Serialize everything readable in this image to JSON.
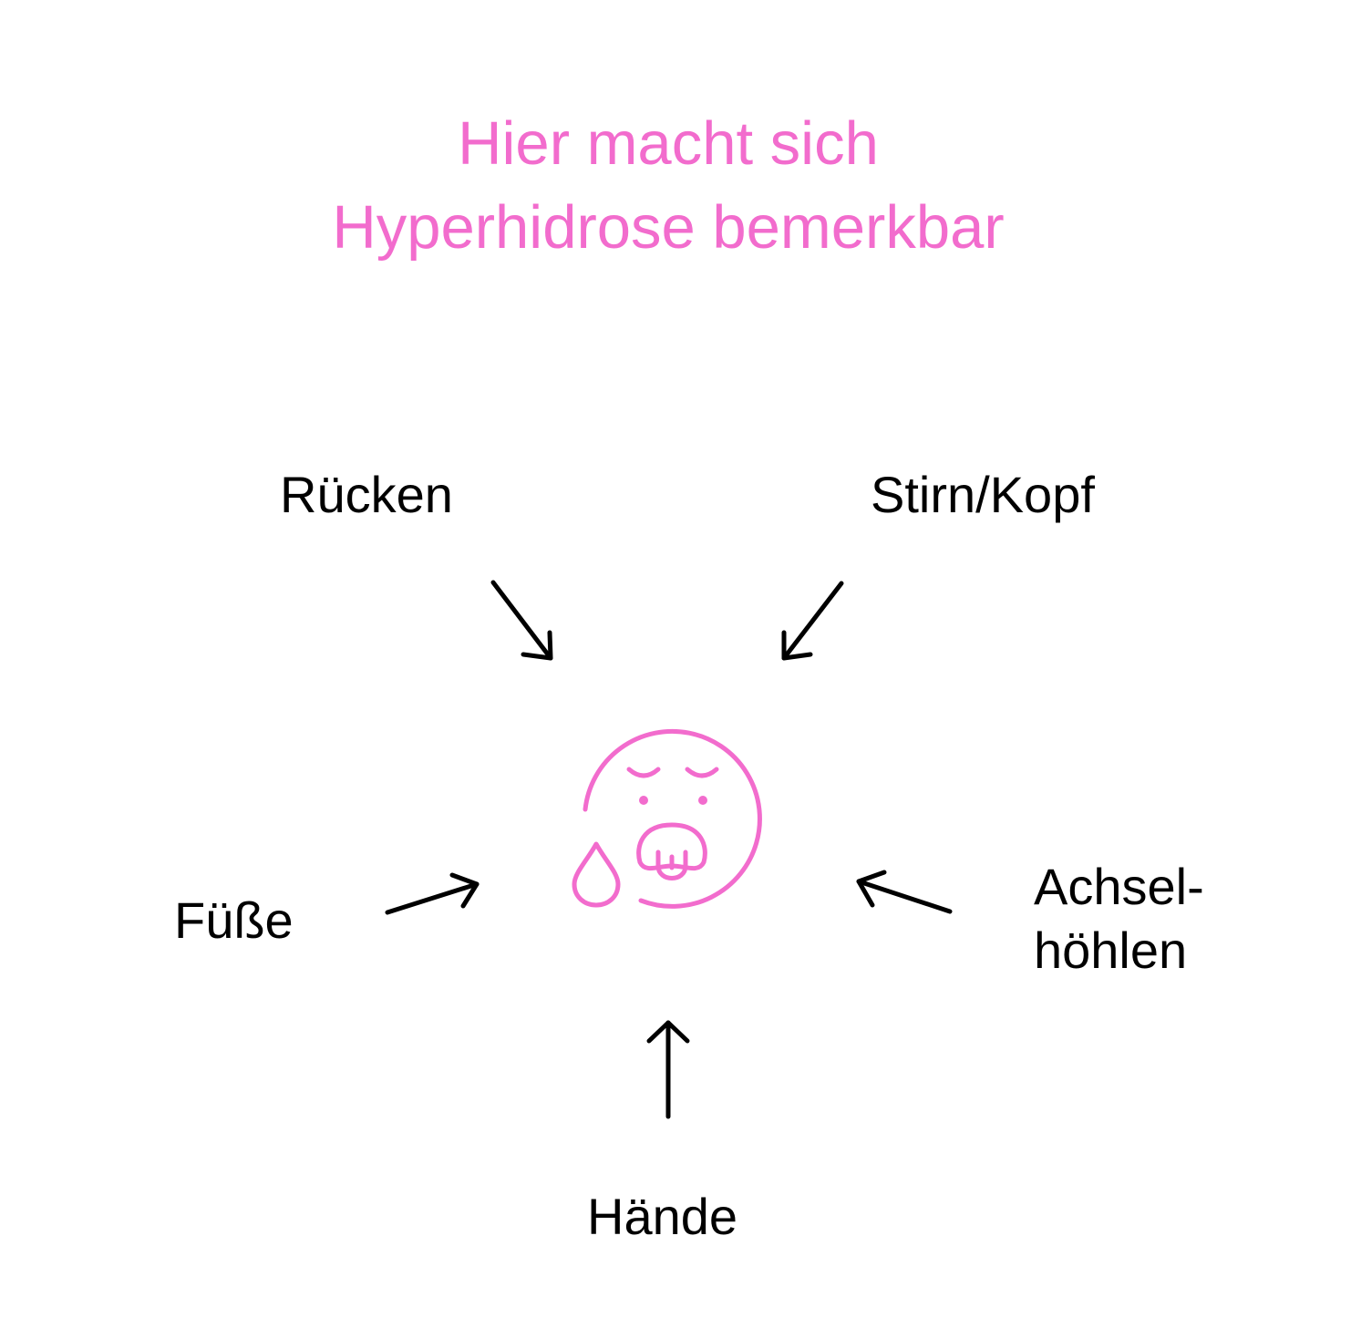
{
  "title": {
    "line1": "Hier macht sich",
    "line2": "Hyperhidrose bemerkbar",
    "color": "#f26ccd"
  },
  "labels": {
    "ruecken": "Rücken",
    "stirn_kopf": "Stirn/Kopf",
    "fuesse": "Füße",
    "achsel_line1": "Achsel-",
    "achsel_line2": "höhlen",
    "haende": "Hände"
  },
  "icon": {
    "name": "sweating-face-icon",
    "color": "#f26ccd"
  },
  "arrow_color": "#000000"
}
